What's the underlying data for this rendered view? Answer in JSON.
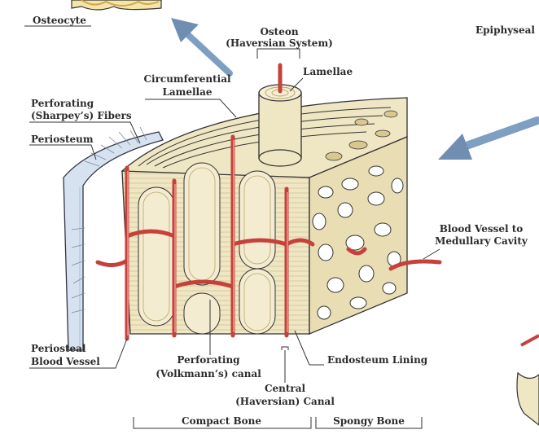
{
  "labels": {
    "osteocyte": "Osteocyte",
    "epiphyseal": "Epiphyseal",
    "osteon_1": "Osteon",
    "osteon_2": "(Haversian System)",
    "lamellae": "Lamellae",
    "circumferential_1": "Circumferential",
    "circumferential_2": "Lamellae",
    "perforating_fibers_1": "Perforating",
    "perforating_fibers_2": "(Sharpey’s) Fibers",
    "periosteum": "Periosteum",
    "blood_vessel_medullary_1": "Blood Vessel to",
    "blood_vessel_medullary_2": "Medullary Cavity",
    "periosteal_vessel_1": "Periosteal",
    "periosteal_vessel_2": "Blood Vessel",
    "perforating_canal_1": "Perforating",
    "perforating_canal_2": "(Volkmann’s) canal",
    "endosteum": "Endosteum Lining",
    "central_canal_1": "Central",
    "central_canal_2": "(Haversian) Canal",
    "compact_bone": "Compact Bone",
    "spongy_bone": "Spongy Bone"
  },
  "colors": {
    "bone_fill": "#efe6c4",
    "bone_dark": "#e1d4a6",
    "vessel": "#d9534f",
    "periosteum": "#d6e2f0",
    "arrow": "#6f8eb2",
    "text": "#2b2b2b"
  }
}
